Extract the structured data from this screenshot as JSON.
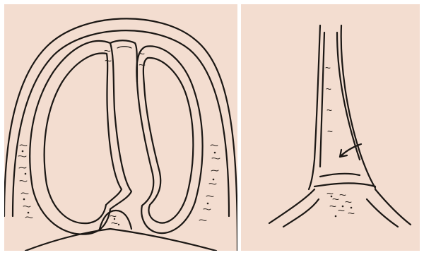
{
  "image": {
    "background_color": "#ffffff",
    "paper_color": "#f3ddd0",
    "ink_color": "#1b1714",
    "panels": [
      {
        "name": "left-illustration",
        "content": "line-drawing"
      },
      {
        "name": "right-illustration",
        "content": "line-drawing"
      }
    ]
  }
}
